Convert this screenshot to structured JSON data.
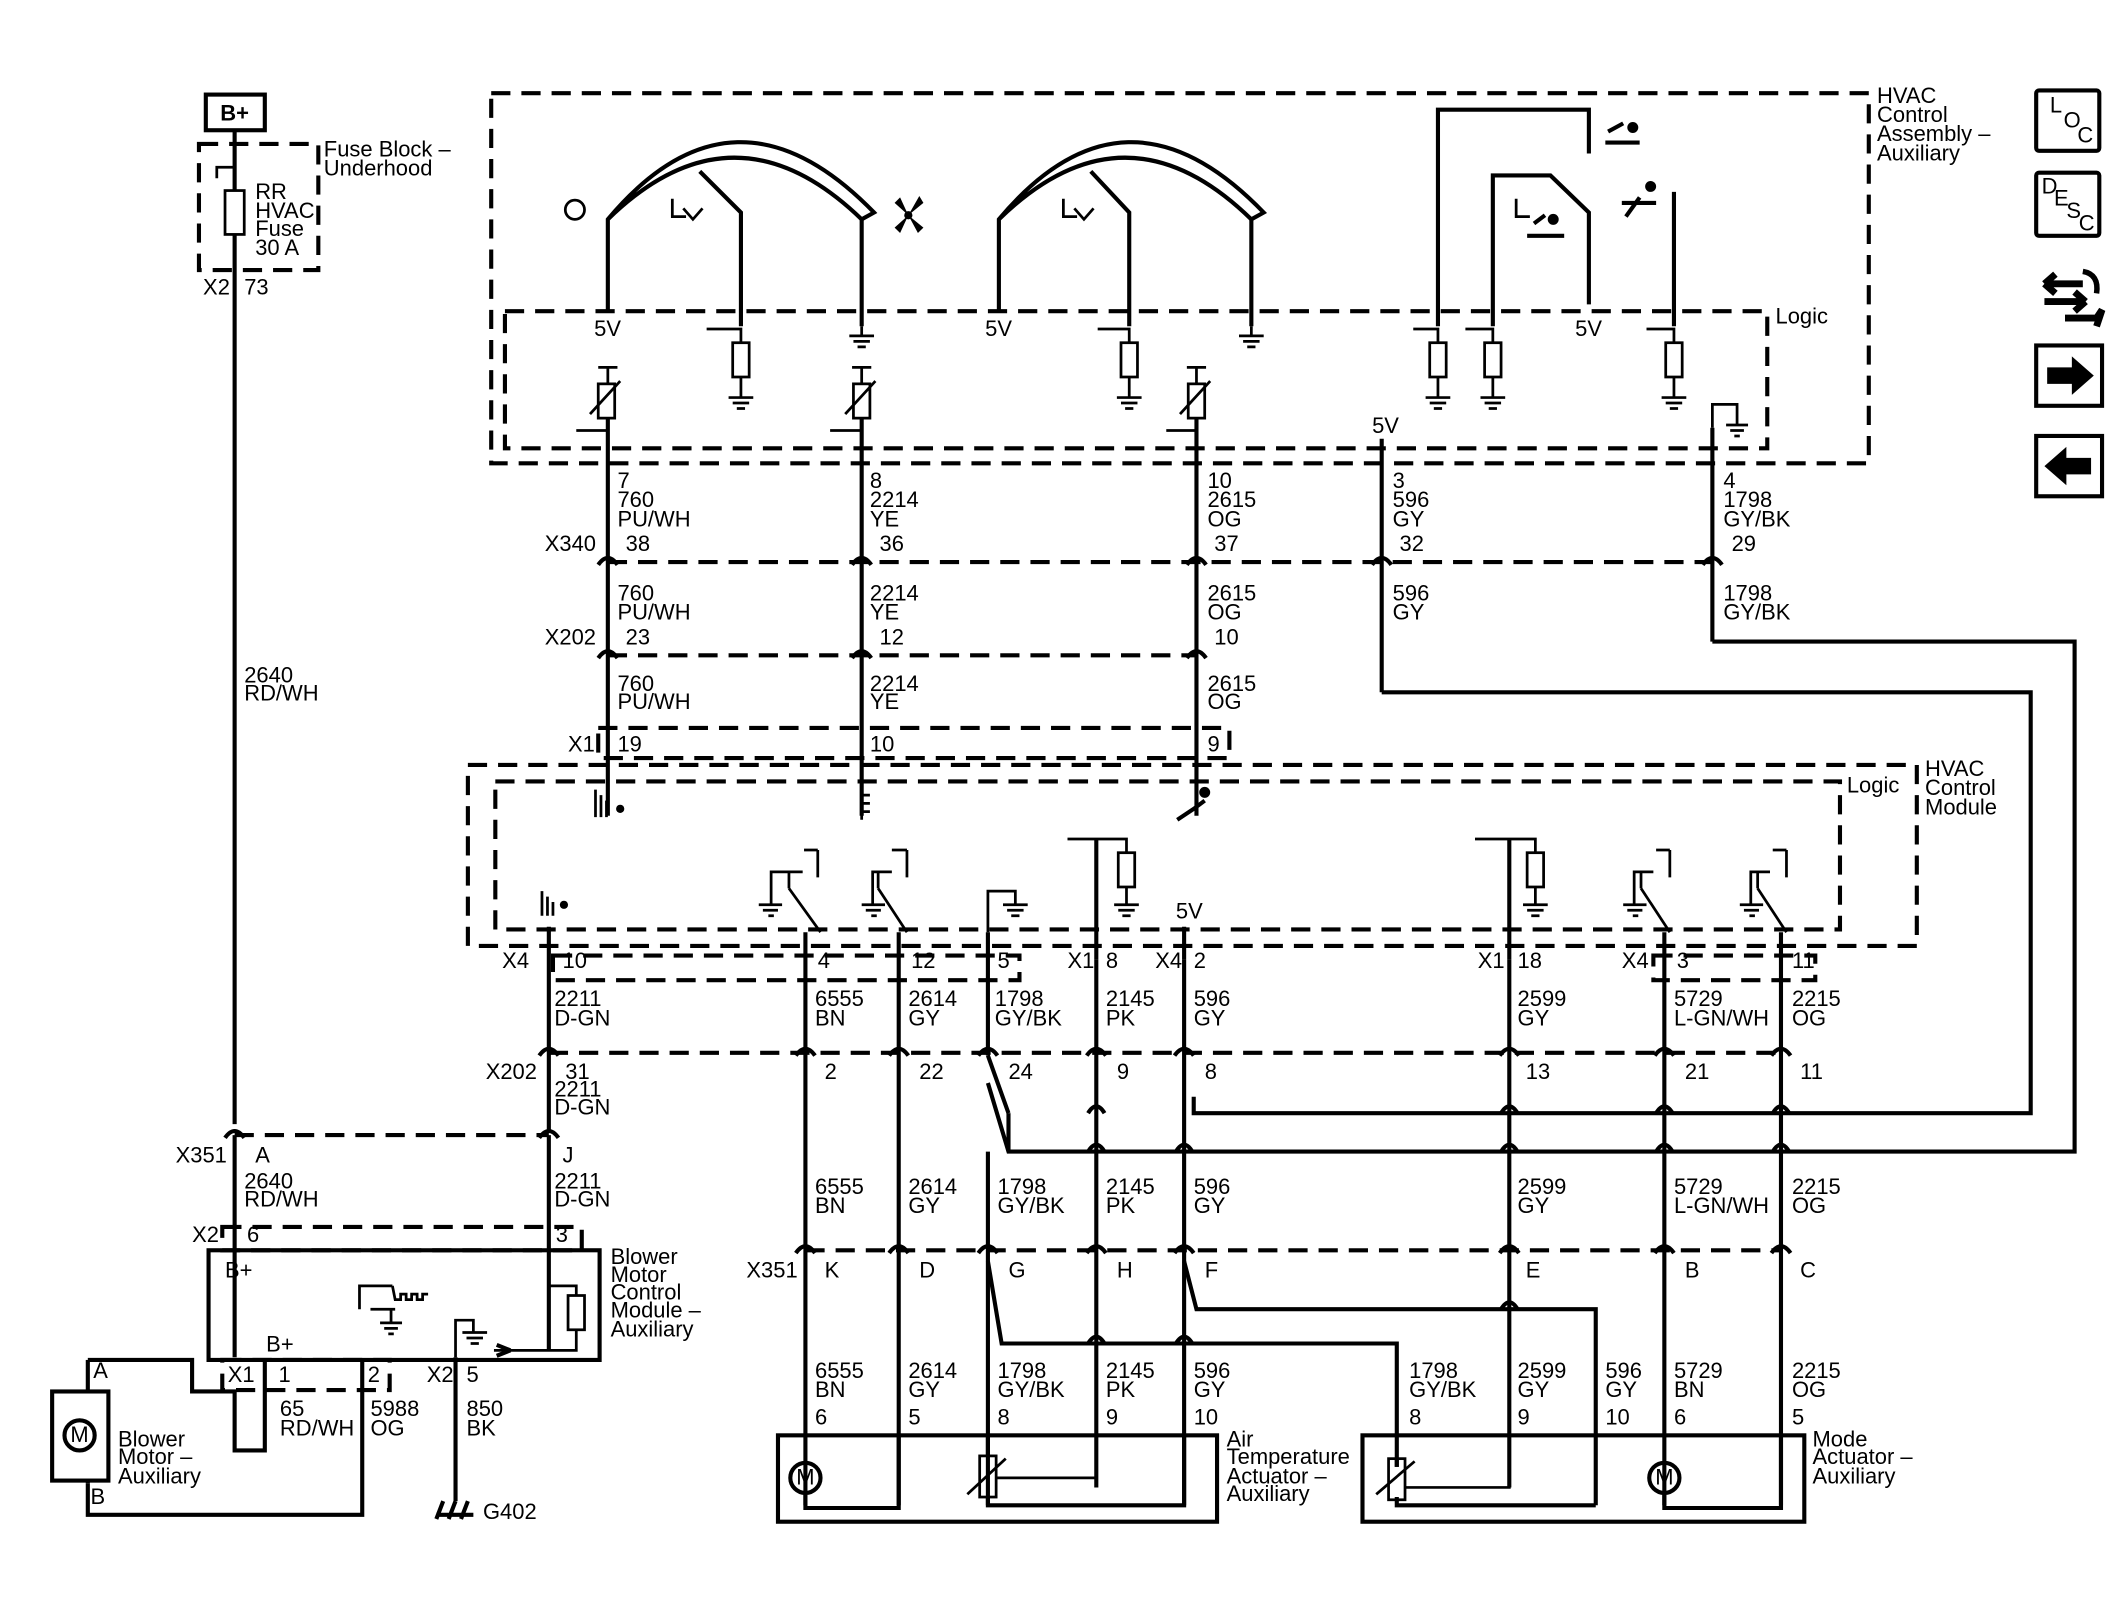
{
  "power": {
    "bplus": "B+"
  },
  "fuse_block": {
    "title": [
      "Fuse Block –",
      "Underhood"
    ],
    "fuse": [
      "RR",
      "HVAC",
      "Fuse",
      "30 A"
    ],
    "conn": "X2",
    "pin": "73"
  },
  "feed_wire": {
    "circuit": "2640",
    "color": "RD/WH"
  },
  "hvac_control_assembly": {
    "title": [
      "HVAC",
      "Control",
      "Assembly –",
      "Auxiliary"
    ],
    "logic": "Logic",
    "v5": "5V",
    "pins": [
      {
        "pin": "7",
        "circuit": "760",
        "color": "PU/WH"
      },
      {
        "pin": "8",
        "circuit": "2214",
        "color": "YE"
      },
      {
        "pin": "10",
        "circuit": "2615",
        "color": "OG"
      },
      {
        "pin": "3",
        "circuit": "596",
        "color": "GY"
      },
      {
        "pin": "4",
        "circuit": "1798",
        "color": "GY/BK"
      }
    ]
  },
  "x340": {
    "name": "X340",
    "pins": [
      "38",
      "36",
      "37",
      "32",
      "29"
    ]
  },
  "mid_wires": [
    {
      "circuit": "760",
      "color": "PU/WH"
    },
    {
      "circuit": "2214",
      "color": "YE"
    },
    {
      "circuit": "2615",
      "color": "OG"
    },
    {
      "circuit": "596",
      "color": "GY"
    },
    {
      "circuit": "1798",
      "color": "GY/BK"
    }
  ],
  "x202_top": {
    "name": "X202",
    "pins": [
      "23",
      "12",
      "10"
    ]
  },
  "x1_top": {
    "name": "X1",
    "pins": [
      "19",
      "10",
      "9"
    ]
  },
  "hvac_control_module": {
    "title": [
      "HVAC",
      "Control",
      "Module"
    ],
    "logic": "Logic",
    "v5": "5V"
  },
  "module_pins": [
    {
      "conn": "X4",
      "pin": "10",
      "circuit": "2211",
      "color": "D-GN"
    },
    {
      "conn": "",
      "pin": "4",
      "circuit": "6555",
      "color": "BN"
    },
    {
      "conn": "",
      "pin": "12",
      "circuit": "2614",
      "color": "GY"
    },
    {
      "conn": "",
      "pin": "5",
      "circuit": "1798",
      "color": "GY/BK"
    },
    {
      "conn": "X1",
      "pin": "8",
      "circuit": "2145",
      "color": "PK"
    },
    {
      "conn": "X4",
      "pin": "2",
      "circuit": "596",
      "color": "GY"
    },
    {
      "conn": "X1",
      "pin": "18",
      "circuit": "2599",
      "color": "GY"
    },
    {
      "conn": "X4",
      "pin": "3",
      "circuit": "5729",
      "color": "L-GN/WH"
    },
    {
      "conn": "",
      "pin": "11",
      "circuit": "2215",
      "color": "OG"
    }
  ],
  "x202_bottom": {
    "name": "X202",
    "pins": [
      "31",
      "2",
      "22",
      "24",
      "9",
      "8",
      "13",
      "21",
      "11"
    ]
  },
  "blower_feed": {
    "circuit": "2211",
    "color": "D-GN"
  },
  "x351_left": {
    "name": "X351",
    "pins": [
      "A",
      "J"
    ]
  },
  "x351_left_wires": [
    {
      "circuit": "2640",
      "color": "RD/WH"
    },
    {
      "circuit": "2211",
      "color": "D-GN"
    }
  ],
  "lower_wires": [
    {
      "circuit": "6555",
      "color": "BN"
    },
    {
      "circuit": "2614",
      "color": "GY"
    },
    {
      "circuit": "1798",
      "color": "GY/BK"
    },
    {
      "circuit": "2145",
      "color": "PK"
    },
    {
      "circuit": "596",
      "color": "GY"
    },
    {
      "circuit": "2599",
      "color": "GY"
    },
    {
      "circuit": "5729",
      "color": "L-GN/WH"
    },
    {
      "circuit": "2215",
      "color": "OG"
    }
  ],
  "x351_right": {
    "name": "X351",
    "pins": [
      "K",
      "D",
      "G",
      "H",
      "F",
      "E",
      "B",
      "C"
    ]
  },
  "blower_module": {
    "title": [
      "Blower",
      "Motor",
      "Control",
      "Module –",
      "Auxiliary"
    ],
    "conn_x2": "X2",
    "pin6": "6",
    "pin3": "3",
    "bplus_top": "B+",
    "bplus_inner": "B+",
    "x1": "X1",
    "p1": "1",
    "p2": "2",
    "x2b": "X2",
    "p5": "5"
  },
  "blower_wires": [
    {
      "circuit": "65",
      "color": "RD/WH"
    },
    {
      "circuit": "5988",
      "color": "OG"
    },
    {
      "circuit": "850",
      "color": "BK"
    }
  ],
  "ground": "G402",
  "blower_motor": {
    "title": [
      "Blower",
      "Motor –",
      "Auxiliary"
    ],
    "pinA": "A",
    "pinB": "B",
    "symbol": "M"
  },
  "air_temp_actuator": {
    "title": [
      "Air",
      "Temperature",
      "Actuator –",
      "Auxiliary"
    ],
    "wires": [
      {
        "circuit": "6555",
        "color": "BN",
        "pin": "6"
      },
      {
        "circuit": "2614",
        "color": "GY",
        "pin": "5"
      },
      {
        "circuit": "1798",
        "color": "GY/BK",
        "pin": "8"
      },
      {
        "circuit": "2145",
        "color": "PK",
        "pin": "9"
      },
      {
        "circuit": "596",
        "color": "GY",
        "pin": "10"
      }
    ],
    "symbol": "M"
  },
  "mode_actuator": {
    "title": [
      "Mode",
      "Actuator –",
      "Auxiliary"
    ],
    "wires": [
      {
        "circuit": "1798",
        "color": "GY/BK",
        "pin": "8"
      },
      {
        "circuit": "2599",
        "color": "GY",
        "pin": "9"
      },
      {
        "circuit": "596",
        "color": "GY",
        "pin": "10"
      },
      {
        "circuit": "5729",
        "color": "BN",
        "pin": "6"
      },
      {
        "circuit": "2215",
        "color": "OG",
        "pin": "5"
      }
    ],
    "symbol": "M"
  },
  "nav": {
    "loc": [
      "L",
      "O",
      "C"
    ],
    "desc": [
      "D",
      "E",
      "S",
      "C"
    ]
  }
}
